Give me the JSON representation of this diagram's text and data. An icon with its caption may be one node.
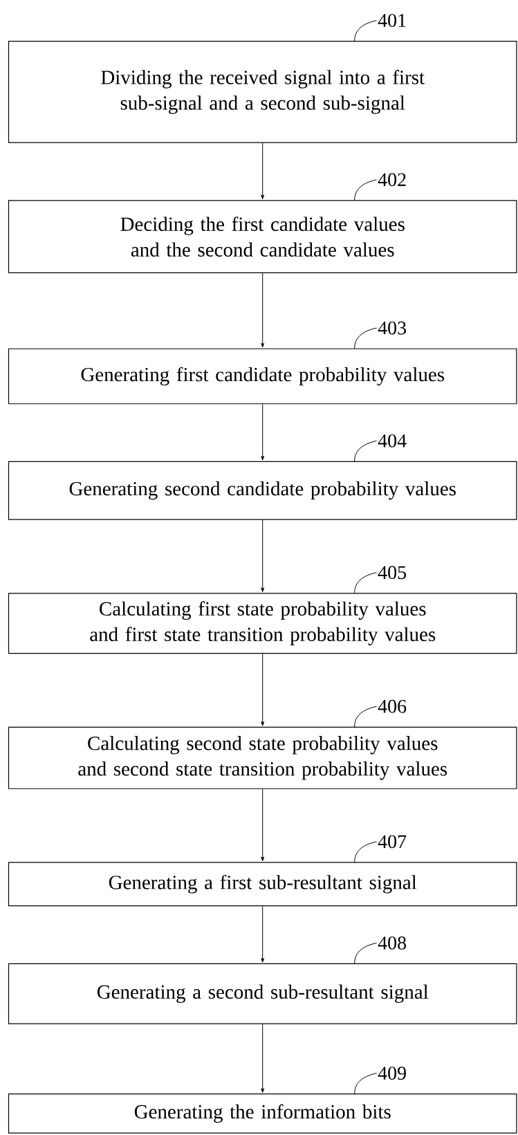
{
  "diagram": {
    "nodes": [
      {
        "text": [
          "Dividing the received signal into a first sub-signal and a second sub-signal"
        ],
        "beside": [
          "401"
        ]
      },
      {
        "text": [
          "Deciding the first candidate values and the second candidate values"
        ],
        "beside": [
          "402"
        ]
      },
      {
        "text": [
          "Generating first candidate probability values"
        ],
        "beside": [
          "403"
        ]
      },
      {
        "text": [
          "Generating second candidate probability values"
        ],
        "beside": [
          "404"
        ]
      },
      {
        "text": [
          "Calculating first state probability values and first state transition probability values"
        ],
        "beside": [
          "405"
        ]
      },
      {
        "text": [
          "Calculating second state probability values and second state transition probability values"
        ],
        "beside": [
          "406"
        ]
      },
      {
        "text": [
          "Generating a first sub-resultant signal"
        ],
        "beside": [
          "407"
        ]
      },
      {
        "text": [
          "Generating a second sub-resultant signal"
        ],
        "beside": [
          "408"
        ]
      },
      {
        "text": [
          "Generating the information bits"
        ],
        "beside": [
          "409"
        ]
      }
    ],
    "edges": [
      {
        "from": 0,
        "to": 1,
        "arrow": "to"
      },
      {
        "from": 1,
        "to": 2,
        "arrow": "to"
      },
      {
        "from": 2,
        "to": 3,
        "arrow": "to"
      },
      {
        "from": 3,
        "to": 4,
        "arrow": "to"
      },
      {
        "from": 4,
        "to": 5,
        "arrow": "to"
      },
      {
        "from": 5,
        "to": 6,
        "arrow": "to"
      },
      {
        "from": 6,
        "to": 7,
        "arrow": "to"
      },
      {
        "from": 7,
        "to": 8,
        "arrow": "to"
      }
    ]
  }
}
